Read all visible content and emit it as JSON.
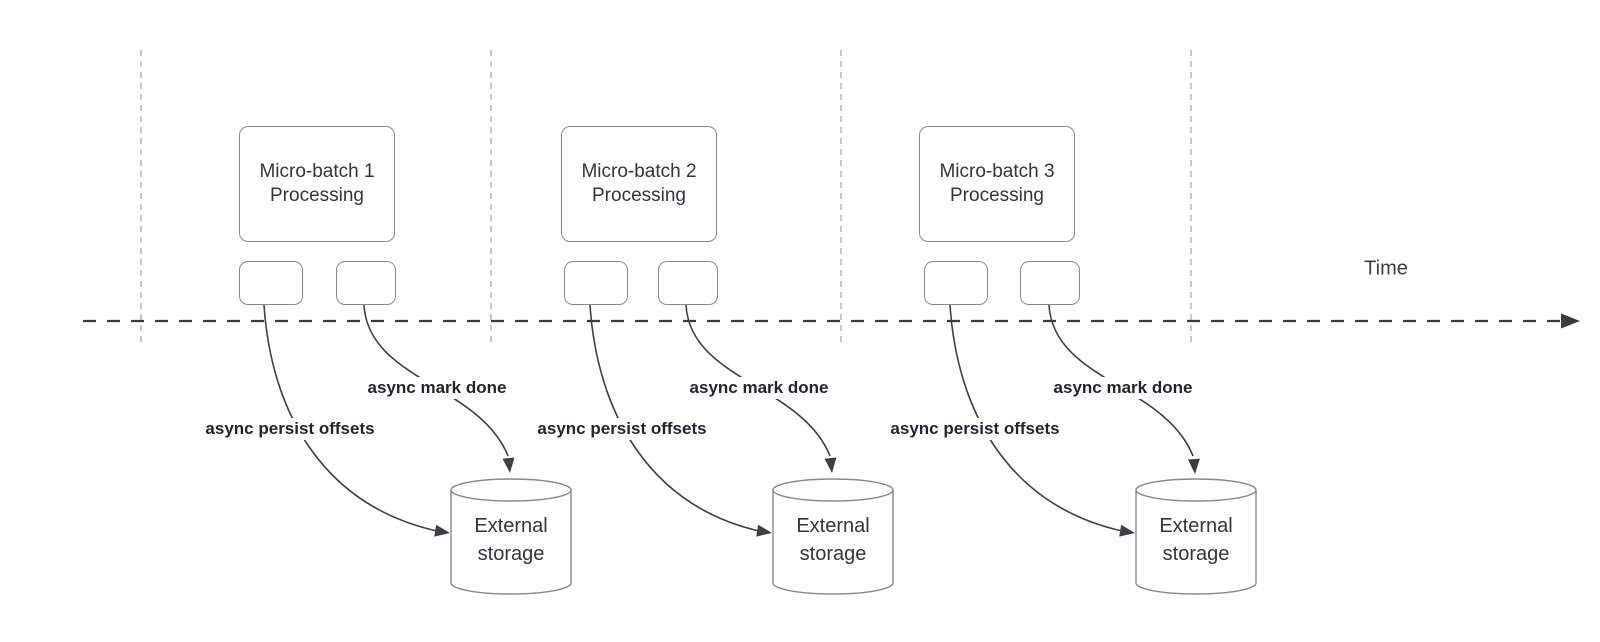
{
  "colors": {
    "background": "#ffffff",
    "guideline": "#b0b0b0",
    "timeline": "#373c42",
    "shape-border": "#85898f",
    "shape-text": "#2f3640",
    "edge": "#3b4048",
    "edge-label-text": "#1d2433",
    "time-text": "#3a3f46"
  },
  "time_axis": {
    "label": "Time"
  },
  "batches": [
    {
      "title_line1": "Micro-batch 1",
      "title_line2": "Processing",
      "persist_label": "async persist offsets",
      "markdone_label": "async mark done",
      "storage_line1": "External",
      "storage_line2": "storage"
    },
    {
      "title_line1": "Micro-batch 2",
      "title_line2": "Processing",
      "persist_label": "async persist offsets",
      "markdone_label": "async mark done",
      "storage_line1": "External",
      "storage_line2": "storage"
    },
    {
      "title_line1": "Micro-batch 3",
      "title_line2": "Processing",
      "persist_label": "async persist offsets",
      "markdone_label": "async mark done",
      "storage_line1": "External",
      "storage_line2": "storage"
    }
  ]
}
